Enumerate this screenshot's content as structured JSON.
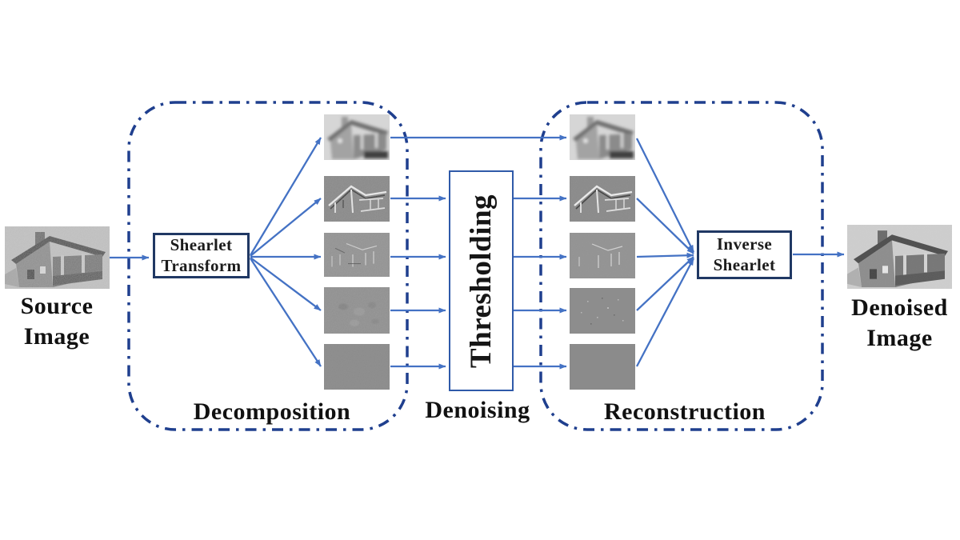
{
  "stages": {
    "decomposition": {
      "label": "Decomposition"
    },
    "denoising": {
      "label": "Denoising"
    },
    "reconstruction": {
      "label": "Reconstruction"
    }
  },
  "nodes": {
    "source_image": {
      "caption_line1": "Source",
      "caption_line2": "Image"
    },
    "shearlet_transform": {
      "line1": "Shearlet",
      "line2": "Transform"
    },
    "thresholding": {
      "label": "Thresholding"
    },
    "inverse_shearlet": {
      "line1": "Inverse",
      "line2": "Shearlet"
    },
    "denoised_image": {
      "caption_line1": "Denoised",
      "caption_line2": "Image"
    }
  },
  "subbands": {
    "left": [
      "approximation-lowpass",
      "detail-coarse",
      "detail-medium",
      "detail-fine",
      "detail-finest"
    ],
    "right": [
      "approximation-lowpass",
      "detail-coarse-thresholded",
      "detail-medium-thresholded",
      "detail-fine-thresholded",
      "detail-finest-thresholded"
    ]
  },
  "colors": {
    "arrow_blue": "#4472C4",
    "dashed_border_navy": "#1F3F8E",
    "solid_box_border_navy": "#203864",
    "threshold_box_border": "#2F5AA9",
    "label_text": "#111111"
  }
}
